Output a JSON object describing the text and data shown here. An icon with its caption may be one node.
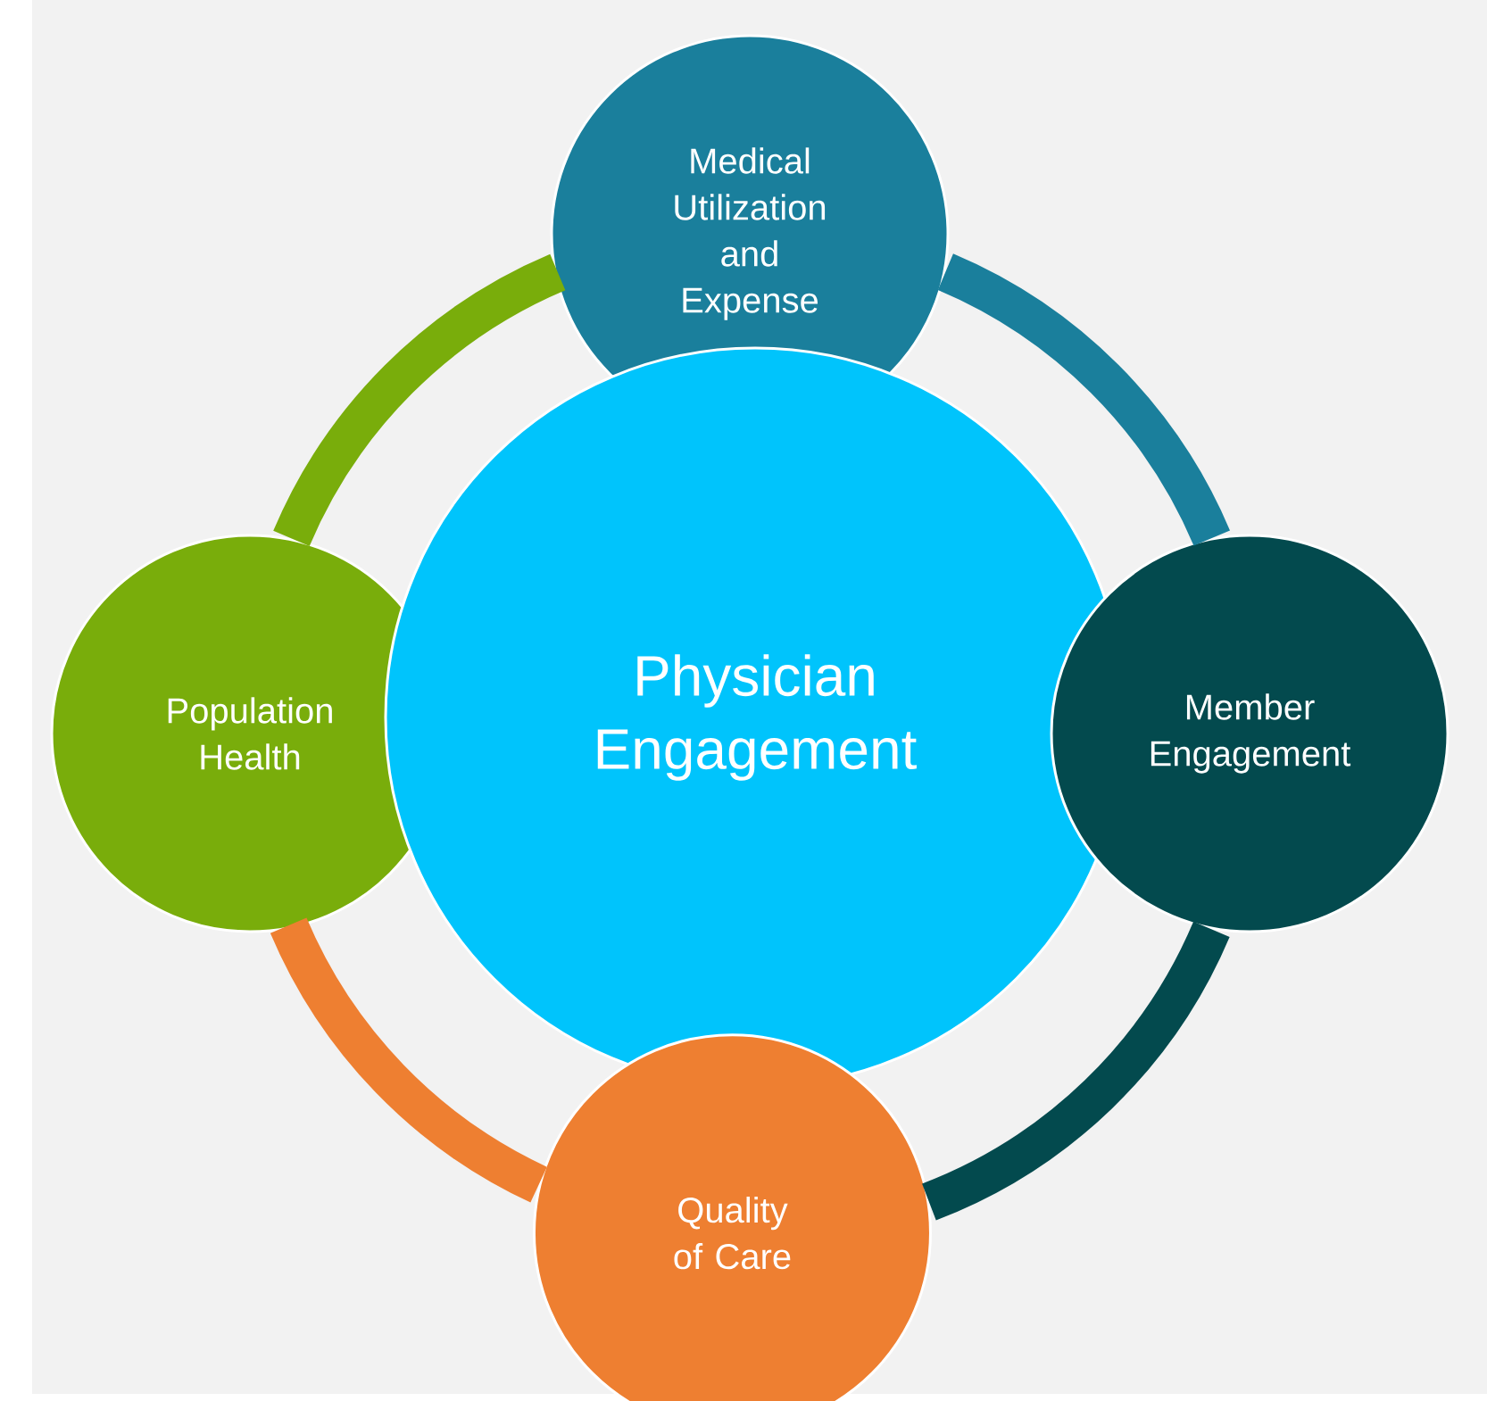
{
  "diagram": {
    "nodes": [
      {
        "text": [
          "Medical Utilization and Expense"
        ]
      },
      {
        "text": [
          "Population Health"
        ]
      },
      {
        "text": [
          "Physician Engagement"
        ]
      },
      {
        "text": [
          "Member Engagement"
        ]
      },
      {
        "text": [
          "Quality of Care"
        ]
      }
    ],
    "edges": [
      {
        "from": 0,
        "to": 3,
        "arrow": "none",
        "color": "#1a7f9c"
      },
      {
        "from": 3,
        "to": 4,
        "arrow": "none",
        "color": "#034a4e"
      },
      {
        "from": 4,
        "to": 1,
        "arrow": "none",
        "color": "#ee7f31"
      },
      {
        "from": 1,
        "to": 0,
        "arrow": "none",
        "color": "#79ad0b"
      }
    ]
  }
}
